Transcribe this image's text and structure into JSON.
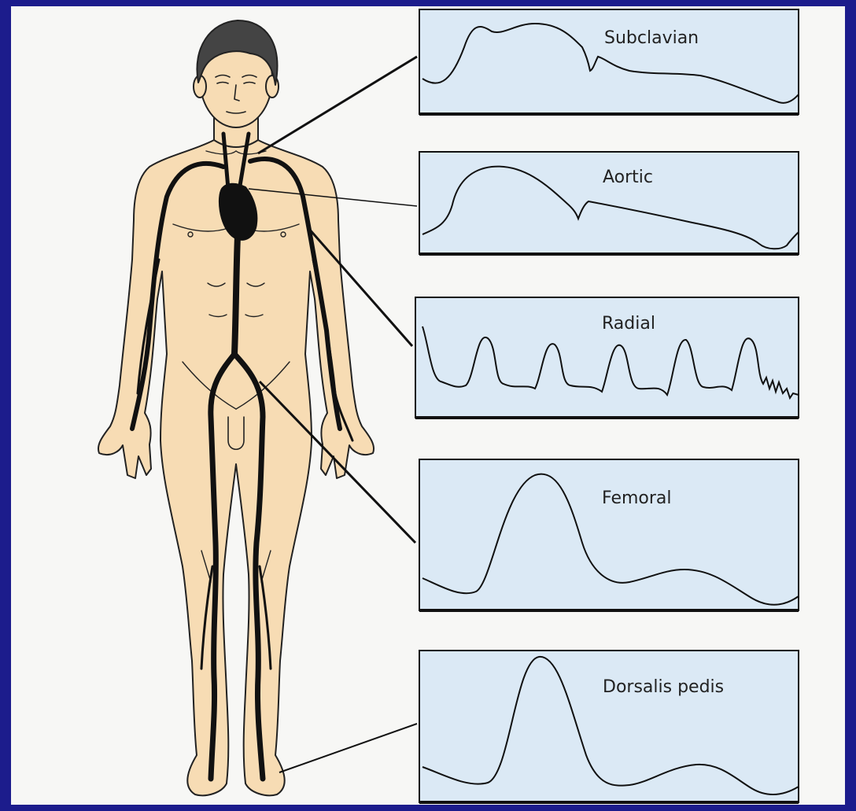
{
  "colors": {
    "background": "#1c1c8c",
    "slide": "#f7f7f5",
    "skin": "#f7dcb4",
    "panel": "#dbe9f5",
    "ink": "#111111"
  },
  "panels": [
    {
      "id": "subclavian",
      "label": "Subclavian"
    },
    {
      "id": "aortic",
      "label": "Aortic"
    },
    {
      "id": "radial",
      "label": "Radial"
    },
    {
      "id": "femoral",
      "label": "Femoral"
    },
    {
      "id": "dorsalis",
      "label": "Dorsalis pedis"
    }
  ]
}
